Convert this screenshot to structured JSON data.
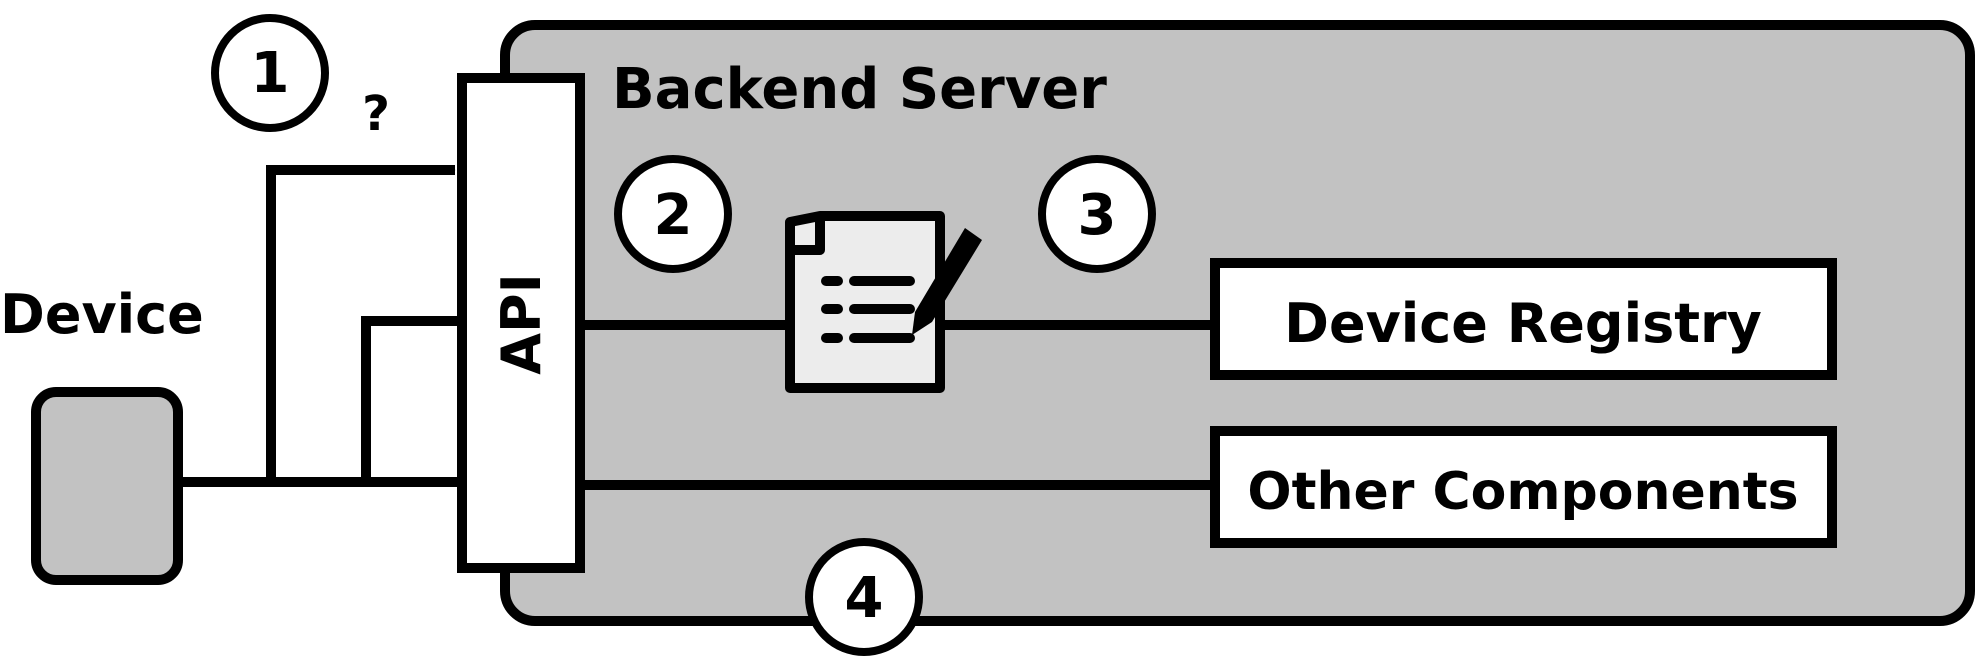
{
  "server": {
    "title": "Backend Server"
  },
  "device": {
    "label": "Device"
  },
  "api": {
    "label": "API"
  },
  "steps": [
    "1",
    "2",
    "3",
    "4"
  ],
  "step1_annotation": "?",
  "components": {
    "registry": "Device Registry",
    "other": "Other Components"
  },
  "colors": {
    "server_fill": "#c2c2c2",
    "device_fill": "#c2c2c2",
    "box_fill": "#ffffff",
    "stroke": "#000000",
    "document_fill": "#ececec"
  },
  "icons": [
    "document-edit-icon"
  ]
}
